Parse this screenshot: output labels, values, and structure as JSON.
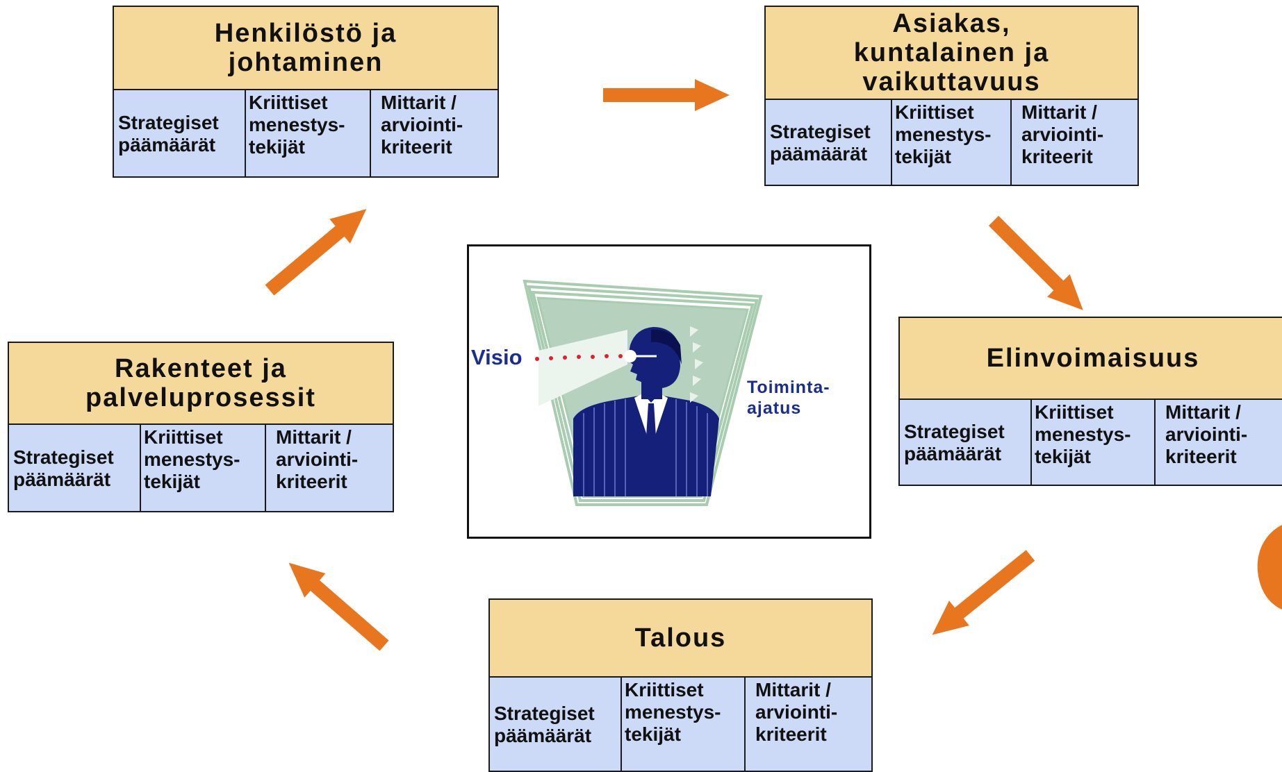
{
  "perspectives": [
    {
      "id": "henkilosto",
      "title_lines": [
        "Henkilöstö ja",
        "johtaminen"
      ],
      "columns": [
        [
          "Strategiset",
          "päämäärät"
        ],
        [
          "Kriittiset",
          "menestys-",
          "tekijät"
        ],
        [
          "Mittarit /",
          "arviointi-",
          "kriteerit"
        ]
      ]
    },
    {
      "id": "asiakas",
      "title_lines": [
        "Asiakas,",
        "kuntalainen ja",
        "vaikuttavuus"
      ],
      "columns": [
        [
          "Strategiset",
          "päämäärät"
        ],
        [
          "Kriittiset",
          "menestys-",
          "tekijät"
        ],
        [
          "Mittarit /",
          "arviointi-",
          "kriteerit"
        ]
      ]
    },
    {
      "id": "elinvoimaisuus",
      "title_lines": [
        "Elinvoimaisuus"
      ],
      "columns": [
        [
          "Strategiset",
          "päämäärät"
        ],
        [
          "Kriittiset",
          "menestys-",
          "tekijät"
        ],
        [
          "Mittarit /",
          "arviointi-",
          "kriteerit"
        ]
      ]
    },
    {
      "id": "talous",
      "title_lines": [
        "Talous"
      ],
      "columns": [
        [
          "Strategiset",
          "päämäärät"
        ],
        [
          "Kriittiset",
          "menestys-",
          "tekijät"
        ],
        [
          "Mittarit /",
          "arviointi-",
          "kriteerit"
        ]
      ]
    },
    {
      "id": "rakenteet",
      "title_lines": [
        "Rakenteet ja",
        "palveluprosessit"
      ],
      "columns": [
        [
          "Strategiset",
          "päämäärät"
        ],
        [
          "Kriittiset",
          "menestys-",
          "tekijät"
        ],
        [
          "Mittarit /",
          "arviointi-",
          "kriteerit"
        ]
      ]
    }
  ],
  "center": {
    "vision_label": "Visio",
    "mission_label_lines": [
      "Toiminta-",
      "ajatus"
    ],
    "figure_icon": "businessman-looking-ahead-icon"
  },
  "colors": {
    "header": "#f5d99b",
    "columns": "#ccd9f7",
    "arrow": "#e8761e",
    "label_blue": "#1a2e8c",
    "sightline": "#e0202a"
  }
}
